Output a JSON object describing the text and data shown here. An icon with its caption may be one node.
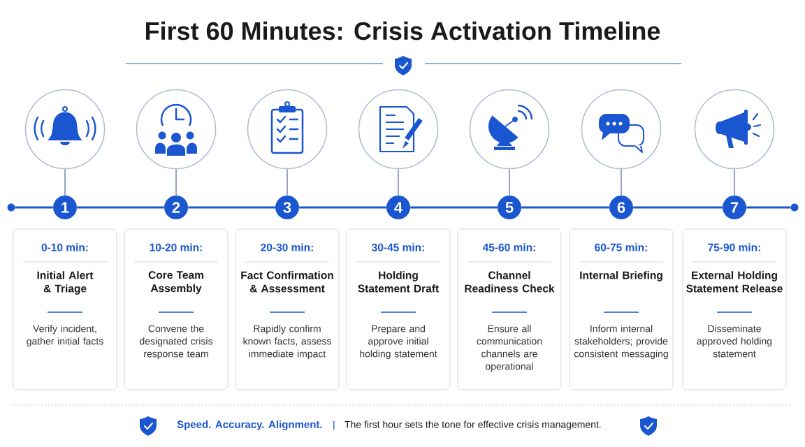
{
  "diagram": {
    "title": "First 60 Minutes: Crisis Activation Timeline",
    "nodes": [
      {
        "text": [],
        "shape": "circle"
      },
      {
        "text": [],
        "shape": "circle"
      },
      {
        "text": [],
        "shape": "circle"
      },
      {
        "text": [],
        "shape": "circle"
      },
      {
        "text": [],
        "shape": "circle"
      },
      {
        "text": [],
        "shape": "circle"
      },
      {
        "text": [],
        "shape": "circle"
      },
      {
        "text": [],
        "shape": "circle"
      },
      {
        "text": [
          "1"
        ]
      },
      {
        "text": [
          "2"
        ]
      },
      {
        "text": [
          "3"
        ]
      },
      {
        "text": [
          "4"
        ]
      },
      {
        "text": [
          "5"
        ]
      },
      {
        "text": [
          "6"
        ]
      },
      {
        "text": [
          "7"
        ]
      },
      {
        "text": [],
        "shape": "circle"
      },
      {
        "text": [
          "0-10 min:",
          "Initial Alert & Triage",
          "Verify incident, gather initial facts"
        ]
      },
      {
        "text": [
          "10-20 min:",
          "Core Team Assembly",
          "Convene the designated crisis response team"
        ]
      },
      {
        "text": [
          "20-30 min:",
          "Fact Confirmation & Assessment",
          "Rapidly confirm known facts, assess immediate impact"
        ]
      },
      {
        "text": [
          "30-45 min:",
          "Holding Statement Draft",
          "Prepare and approve initial holding statement"
        ]
      },
      {
        "text": [
          "45-60 min:",
          "Channel Readiness Check",
          "Ensure all communication channels are operational"
        ]
      },
      {
        "text": [
          "60-75 min:",
          "Internal Briefing",
          "Inform internal stakeholders; provide consistent messaging"
        ]
      },
      {
        "text": [
          "75-90 min:",
          "External Holding Statement Release",
          "Disseminate approved holding statement"
        ]
      }
    ],
    "edges": [
      {
        "from": 0,
        "to": 8,
        "arrow": "none"
      },
      {
        "from": 8,
        "to": 9,
        "arrow": "none"
      },
      {
        "from": 9,
        "to": 10,
        "arrow": "none"
      },
      {
        "from": 10,
        "to": 11,
        "arrow": "none"
      },
      {
        "from": 11,
        "to": 12,
        "arrow": "none"
      },
      {
        "from": 12,
        "to": 13,
        "arrow": "none"
      },
      {
        "from": 13,
        "to": 14,
        "arrow": "none"
      },
      {
        "from": 14,
        "to": 15,
        "arrow": "none"
      },
      {
        "from": 8,
        "to": 1,
        "arrow": "none",
        "color": "#8a9bbf"
      },
      {
        "from": 9,
        "to": 2,
        "arrow": "none",
        "color": "#8a9bbf"
      },
      {
        "from": 10,
        "to": 3,
        "arrow": "none",
        "color": "#8a9bbf"
      },
      {
        "from": 11,
        "to": 4,
        "arrow": "none",
        "color": "#8a9bbf"
      },
      {
        "from": 12,
        "to": 5,
        "arrow": "none",
        "color": "#8a9bbf"
      },
      {
        "from": 13,
        "to": 6,
        "arrow": "none",
        "color": "#8a9bbf"
      },
      {
        "from": 14,
        "to": 7,
        "arrow": "none",
        "color": "#8a9bbf"
      }
    ],
    "labels": [
      "Speed. Accuracy. Alignment.",
      "The first hour sets the tone for effective crisis management."
    ]
  }
}
